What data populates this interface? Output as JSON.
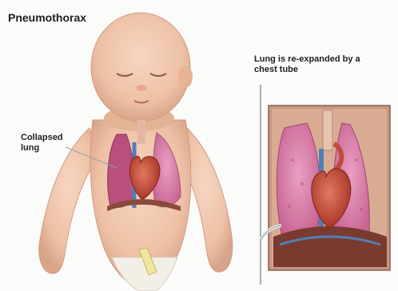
{
  "labels": {
    "title": "Pneumothorax",
    "collapsed_line1": "Collapsed",
    "collapsed_line2": "lung",
    "reexpanded_line1": "Lung is re-expanded by a",
    "reexpanded_line2": "chest tube"
  },
  "colors": {
    "skin": "#efc6ad",
    "skin_shadow": "#d9a58a",
    "lung": "#d67aa6",
    "lung_collapsed": "#b9507c",
    "heart": "#c24a3a",
    "vein": "#4f7fb7",
    "diaphragm": "#7a3a2f",
    "panel_bg": "#c79880",
    "text": "#1e1e1e"
  }
}
